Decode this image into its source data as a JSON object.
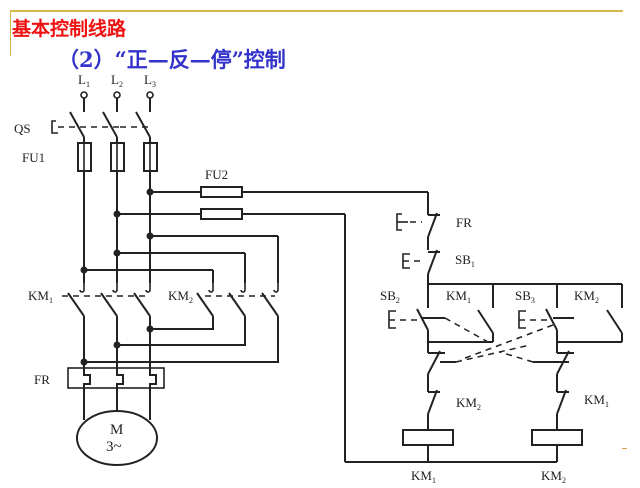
{
  "slide": {
    "heading": "基本控制线路",
    "subheading": "（2）“正—反—停”控制",
    "accent_color": "#ee1111",
    "subheading_color": "#3333cc",
    "frame_color": "#d4b84a"
  },
  "diagram": {
    "main_circuit": {
      "phases": [
        {
          "label": "L",
          "sub": "1"
        },
        {
          "label": "L",
          "sub": "2"
        },
        {
          "label": "L",
          "sub": "3"
        }
      ],
      "switch_label": "QS",
      "fuse_label": "FU1",
      "contactor_forward": {
        "label": "KM",
        "sub": "1"
      },
      "contactor_reverse": {
        "label": "KM",
        "sub": "2"
      },
      "thermal_relay_label": "FR",
      "motor": {
        "line1": "M",
        "line2": "3~"
      }
    },
    "control_circuit": {
      "fuse_label": "FU2",
      "thermal_contact_label": "FR",
      "stop_button": {
        "label": "SB",
        "sub": "1"
      },
      "forward_button": {
        "label": "SB",
        "sub": "2"
      },
      "reverse_button": {
        "label": "SB",
        "sub": "3"
      },
      "forward_hold": {
        "label": "KM",
        "sub": "1"
      },
      "reverse_hold": {
        "label": "KM",
        "sub": "2"
      },
      "forward_interlock": {
        "label": "KM",
        "sub": "2"
      },
      "reverse_interlock": {
        "label": "KM",
        "sub": "1"
      },
      "coil_forward": {
        "label": "KM",
        "sub": "1"
      },
      "coil_reverse": {
        "label": "KM",
        "sub": "2"
      }
    }
  }
}
